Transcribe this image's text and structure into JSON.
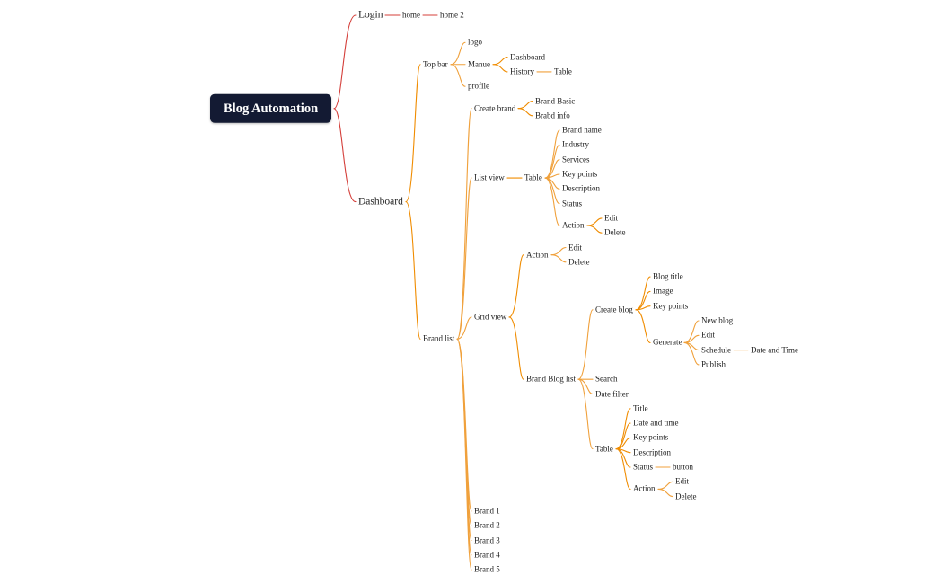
{
  "diagram": {
    "type": "mindmap",
    "colors": {
      "background": "#ffffff",
      "root_bg": "#131a33",
      "root_text": "#ffffff",
      "label_text": "#222222",
      "link_red": "#d43f3a",
      "link_orange": "#f08c00",
      "link_amber": "#f0a13c"
    },
    "root": {
      "label": "Blog Automation",
      "children": [
        {
          "label": "Login",
          "children": [
            {
              "label": "home",
              "children": [
                {
                  "label": "home 2"
                }
              ]
            }
          ]
        },
        {
          "label": "Dashboard",
          "children": [
            {
              "label": "Top bar",
              "children": [
                {
                  "label": "logo"
                },
                {
                  "label": "Manue",
                  "children": [
                    {
                      "label": "Dashboard"
                    },
                    {
                      "label": "History",
                      "children": [
                        {
                          "label": "Table"
                        }
                      ]
                    }
                  ]
                },
                {
                  "label": "profile"
                }
              ]
            },
            {
              "label": "Brand list",
              "children": [
                {
                  "label": "Create brand",
                  "children": [
                    {
                      "label": "Brand Basic"
                    },
                    {
                      "label": "Brabd info"
                    }
                  ]
                },
                {
                  "label": "List view",
                  "children": [
                    {
                      "label": "Table",
                      "children": [
                        {
                          "label": "Brand name"
                        },
                        {
                          "label": "Industry"
                        },
                        {
                          "label": "Services"
                        },
                        {
                          "label": "Key points"
                        },
                        {
                          "label": "Description"
                        },
                        {
                          "label": "Status"
                        },
                        {
                          "label": "Action",
                          "children": [
                            {
                              "label": "Edit"
                            },
                            {
                              "label": "Delete"
                            }
                          ]
                        }
                      ]
                    }
                  ]
                },
                {
                  "label": "Grid view",
                  "children": [
                    {
                      "label": "Action",
                      "children": [
                        {
                          "label": "Edit"
                        },
                        {
                          "label": "Delete"
                        }
                      ]
                    },
                    {
                      "label": "Brand Blog list",
                      "children": [
                        {
                          "label": "Create blog",
                          "children": [
                            {
                              "label": "Blog title"
                            },
                            {
                              "label": "Image"
                            },
                            {
                              "label": "Key points"
                            },
                            {
                              "label": "Generate",
                              "children": [
                                {
                                  "label": "New blog"
                                },
                                {
                                  "label": "Edit"
                                },
                                {
                                  "label": "Schedule",
                                  "children": [
                                    {
                                      "label": "Date and Time"
                                    }
                                  ]
                                },
                                {
                                  "label": "Publish"
                                }
                              ]
                            }
                          ]
                        },
                        {
                          "label": "Search"
                        },
                        {
                          "label": "Date filter"
                        },
                        {
                          "label": "Table",
                          "children": [
                            {
                              "label": "Title"
                            },
                            {
                              "label": "Date and time"
                            },
                            {
                              "label": "Key points"
                            },
                            {
                              "label": "Description"
                            },
                            {
                              "label": "Status",
                              "children": [
                                {
                                  "label": "button"
                                }
                              ]
                            },
                            {
                              "label": "Action",
                              "children": [
                                {
                                  "label": "Edit"
                                },
                                {
                                  "label": "Delete"
                                }
                              ]
                            }
                          ]
                        }
                      ]
                    }
                  ]
                },
                {
                  "label": "Brand 1"
                },
                {
                  "label": "Brand 2"
                },
                {
                  "label": "Brand 3"
                },
                {
                  "label": "Brand 4"
                },
                {
                  "label": "Brand 5"
                }
              ]
            }
          ]
        }
      ]
    }
  }
}
